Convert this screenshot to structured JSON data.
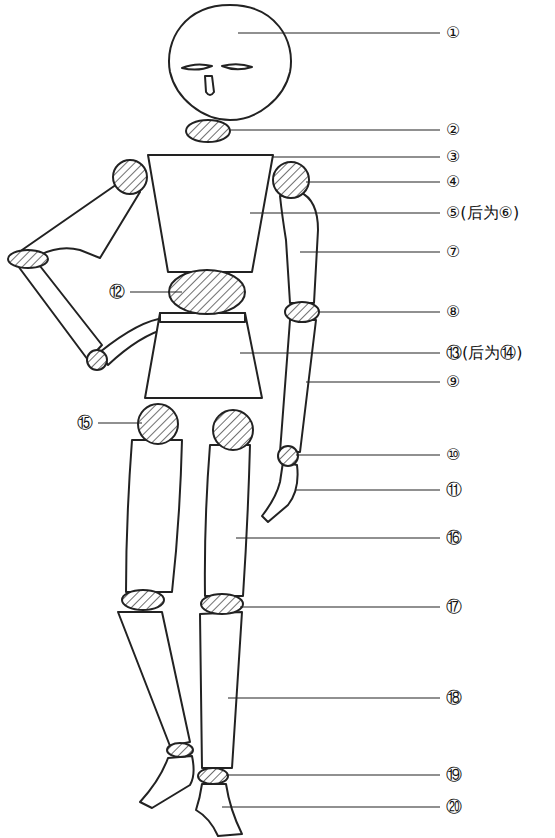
{
  "diagram": {
    "labels": [
      "①",
      "②",
      "③",
      "④",
      "⑤(后为⑥)",
      "⑦",
      "⑫",
      "⑧",
      "⑬(后为⑭)",
      "⑨",
      "⑮",
      "⑩",
      "⑪",
      "⑯",
      "⑰",
      "⑱",
      "⑲",
      "⑳"
    ]
  }
}
